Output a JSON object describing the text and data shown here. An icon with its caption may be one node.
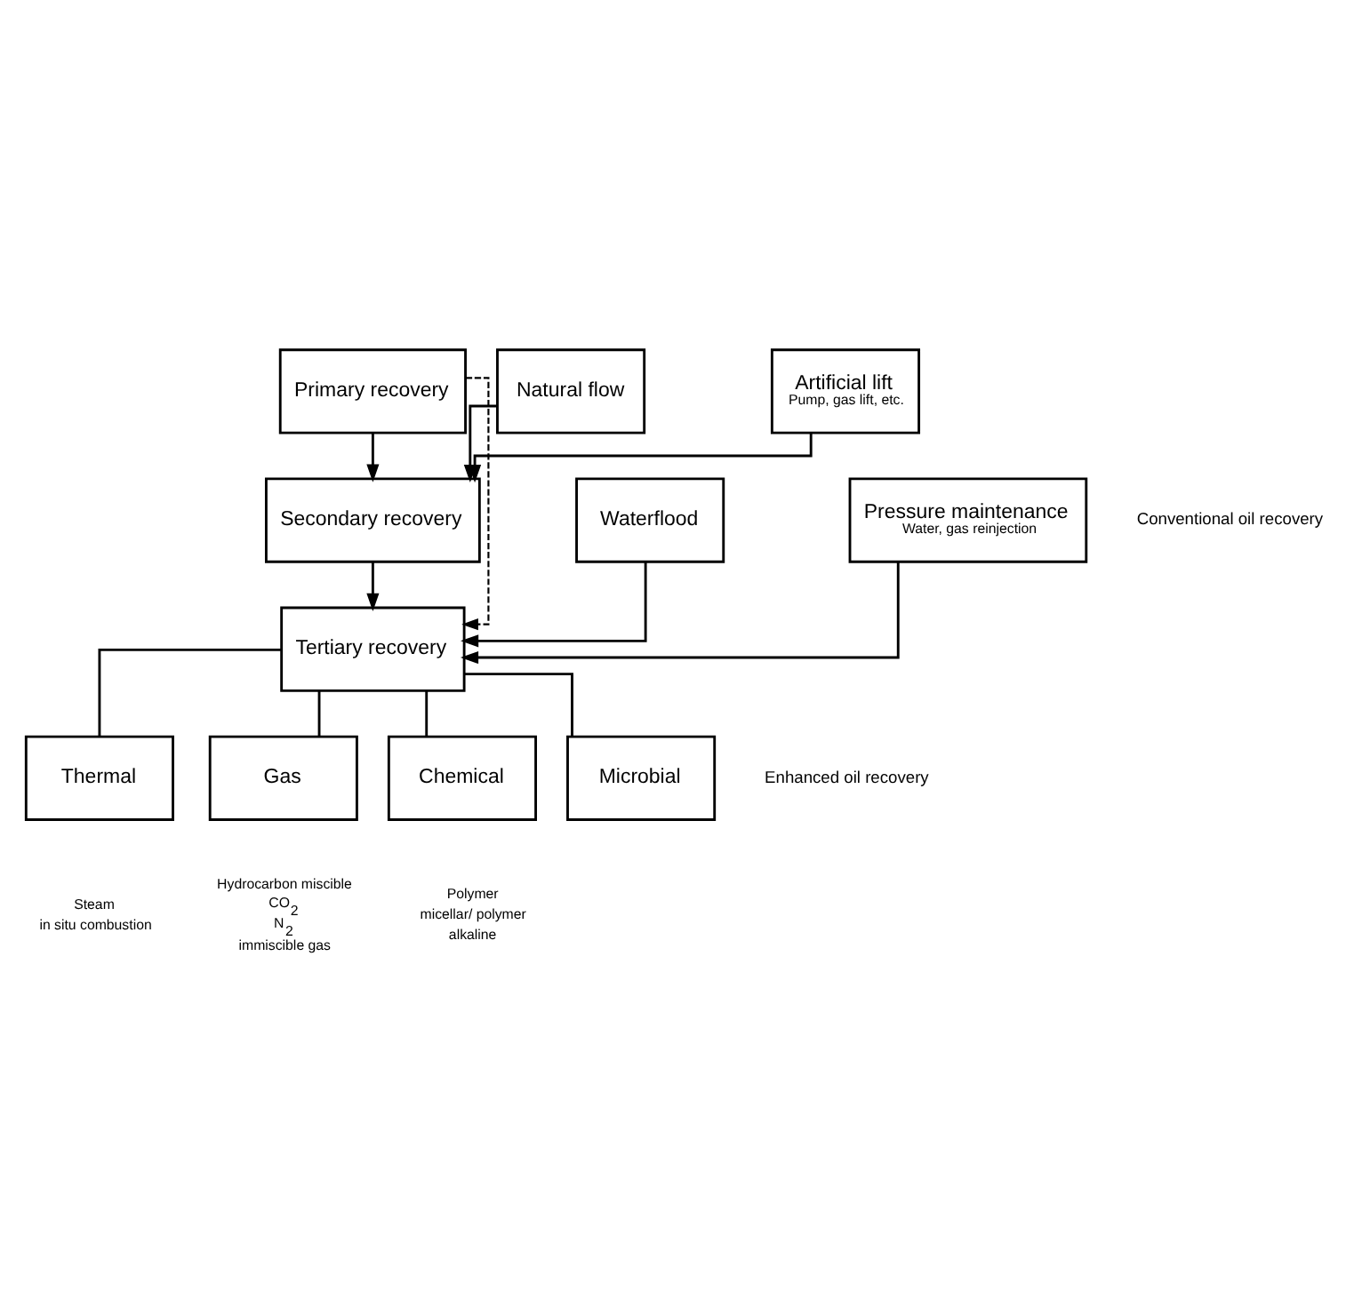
{
  "diagram": {
    "nodes": [
      {
        "text": [
          "Primary recovery"
        ]
      },
      {
        "text": [
          "Natural flow"
        ]
      },
      {
        "text": [
          "Artificial lift",
          "Pump, gas lift, etc."
        ]
      },
      {
        "text": [
          "Secondary recovery"
        ]
      },
      {
        "text": [
          "Waterflood"
        ]
      },
      {
        "text": [
          "Pressure maintenance",
          "Water, gas reinjection"
        ]
      },
      {
        "text": [
          "Tertiary recovery"
        ]
      },
      {
        "text": [
          "Thermal"
        ],
        "beside": [
          "Steam",
          "in situ combustion"
        ]
      },
      {
        "text": [
          "Gas"
        ],
        "beside": [
          "Hydrocarbon miscible",
          "CO$_{2}$",
          "N$_{2}$",
          "immiscible gas"
        ]
      },
      {
        "text": [
          "Chemical"
        ],
        "beside": [
          "Polymer",
          "micellar/ polymer",
          "alkaline"
        ]
      },
      {
        "text": [
          "Microbial"
        ]
      }
    ],
    "edges": [
      {
        "from": 0,
        "to": 3,
        "arrow": "to"
      },
      {
        "from": 1,
        "to": 3,
        "arrow": "to"
      },
      {
        "from": 2,
        "to": 3,
        "arrow": "to"
      },
      {
        "from": 0,
        "to": 6,
        "arrow": "to",
        "style": "dashed"
      },
      {
        "from": 3,
        "to": 6,
        "arrow": "to"
      },
      {
        "from": 4,
        "to": 6,
        "arrow": "to"
      },
      {
        "from": 5,
        "to": 6,
        "arrow": "to"
      },
      {
        "from": 6,
        "to": 7,
        "arrow": "none"
      },
      {
        "from": 6,
        "to": 8,
        "arrow": "none"
      },
      {
        "from": 6,
        "to": 9,
        "arrow": "none"
      },
      {
        "from": 6,
        "to": 10,
        "arrow": "none"
      }
    ],
    "labels": [
      "Conventional oil recovery",
      "Enhanced oil recovery"
    ]
  }
}
